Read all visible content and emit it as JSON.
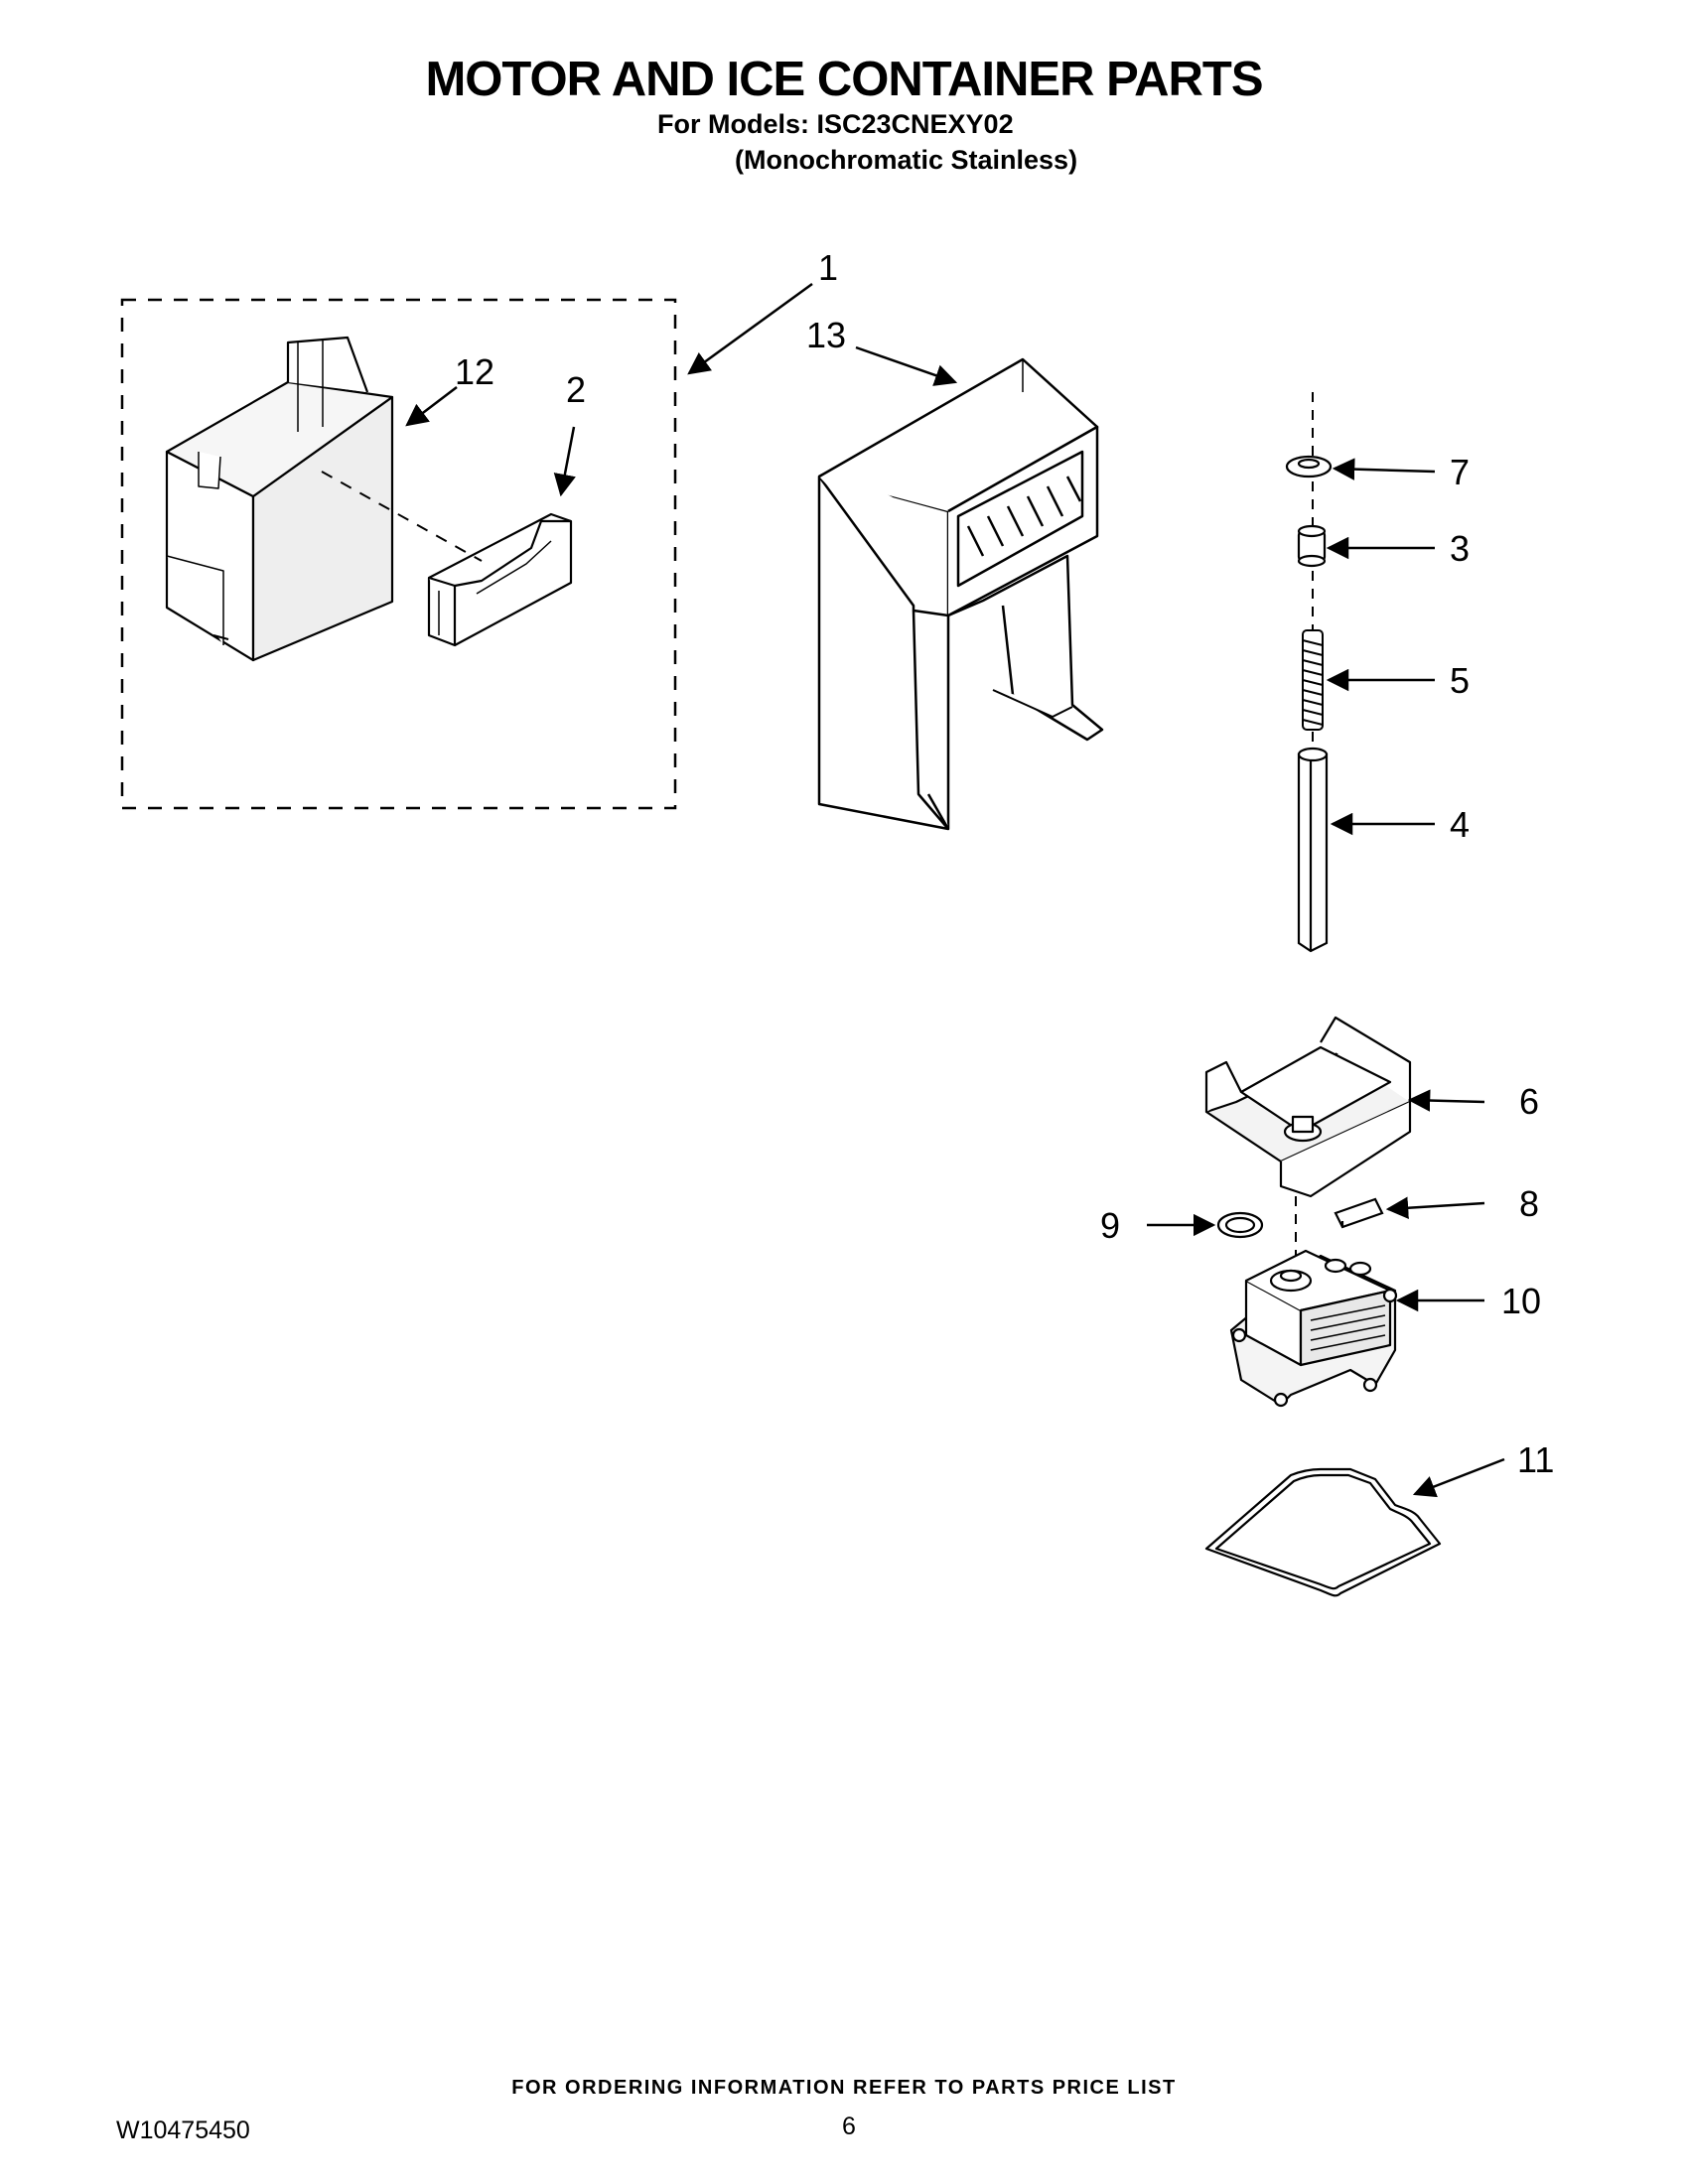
{
  "header": {
    "title": "MOTOR AND ICE CONTAINER PARTS",
    "models_line": "For Models: ISC23CNEXY02",
    "finish_line": "(Monochromatic Stainless)"
  },
  "callouts": [
    "1",
    "2",
    "3",
    "4",
    "5",
    "6",
    "7",
    "8",
    "9",
    "10",
    "11",
    "12",
    "13"
  ],
  "footer": {
    "ordering_info": "FOR ORDERING INFORMATION REFER TO PARTS PRICE LIST",
    "document_number": "W10475450",
    "page_number": "6"
  }
}
